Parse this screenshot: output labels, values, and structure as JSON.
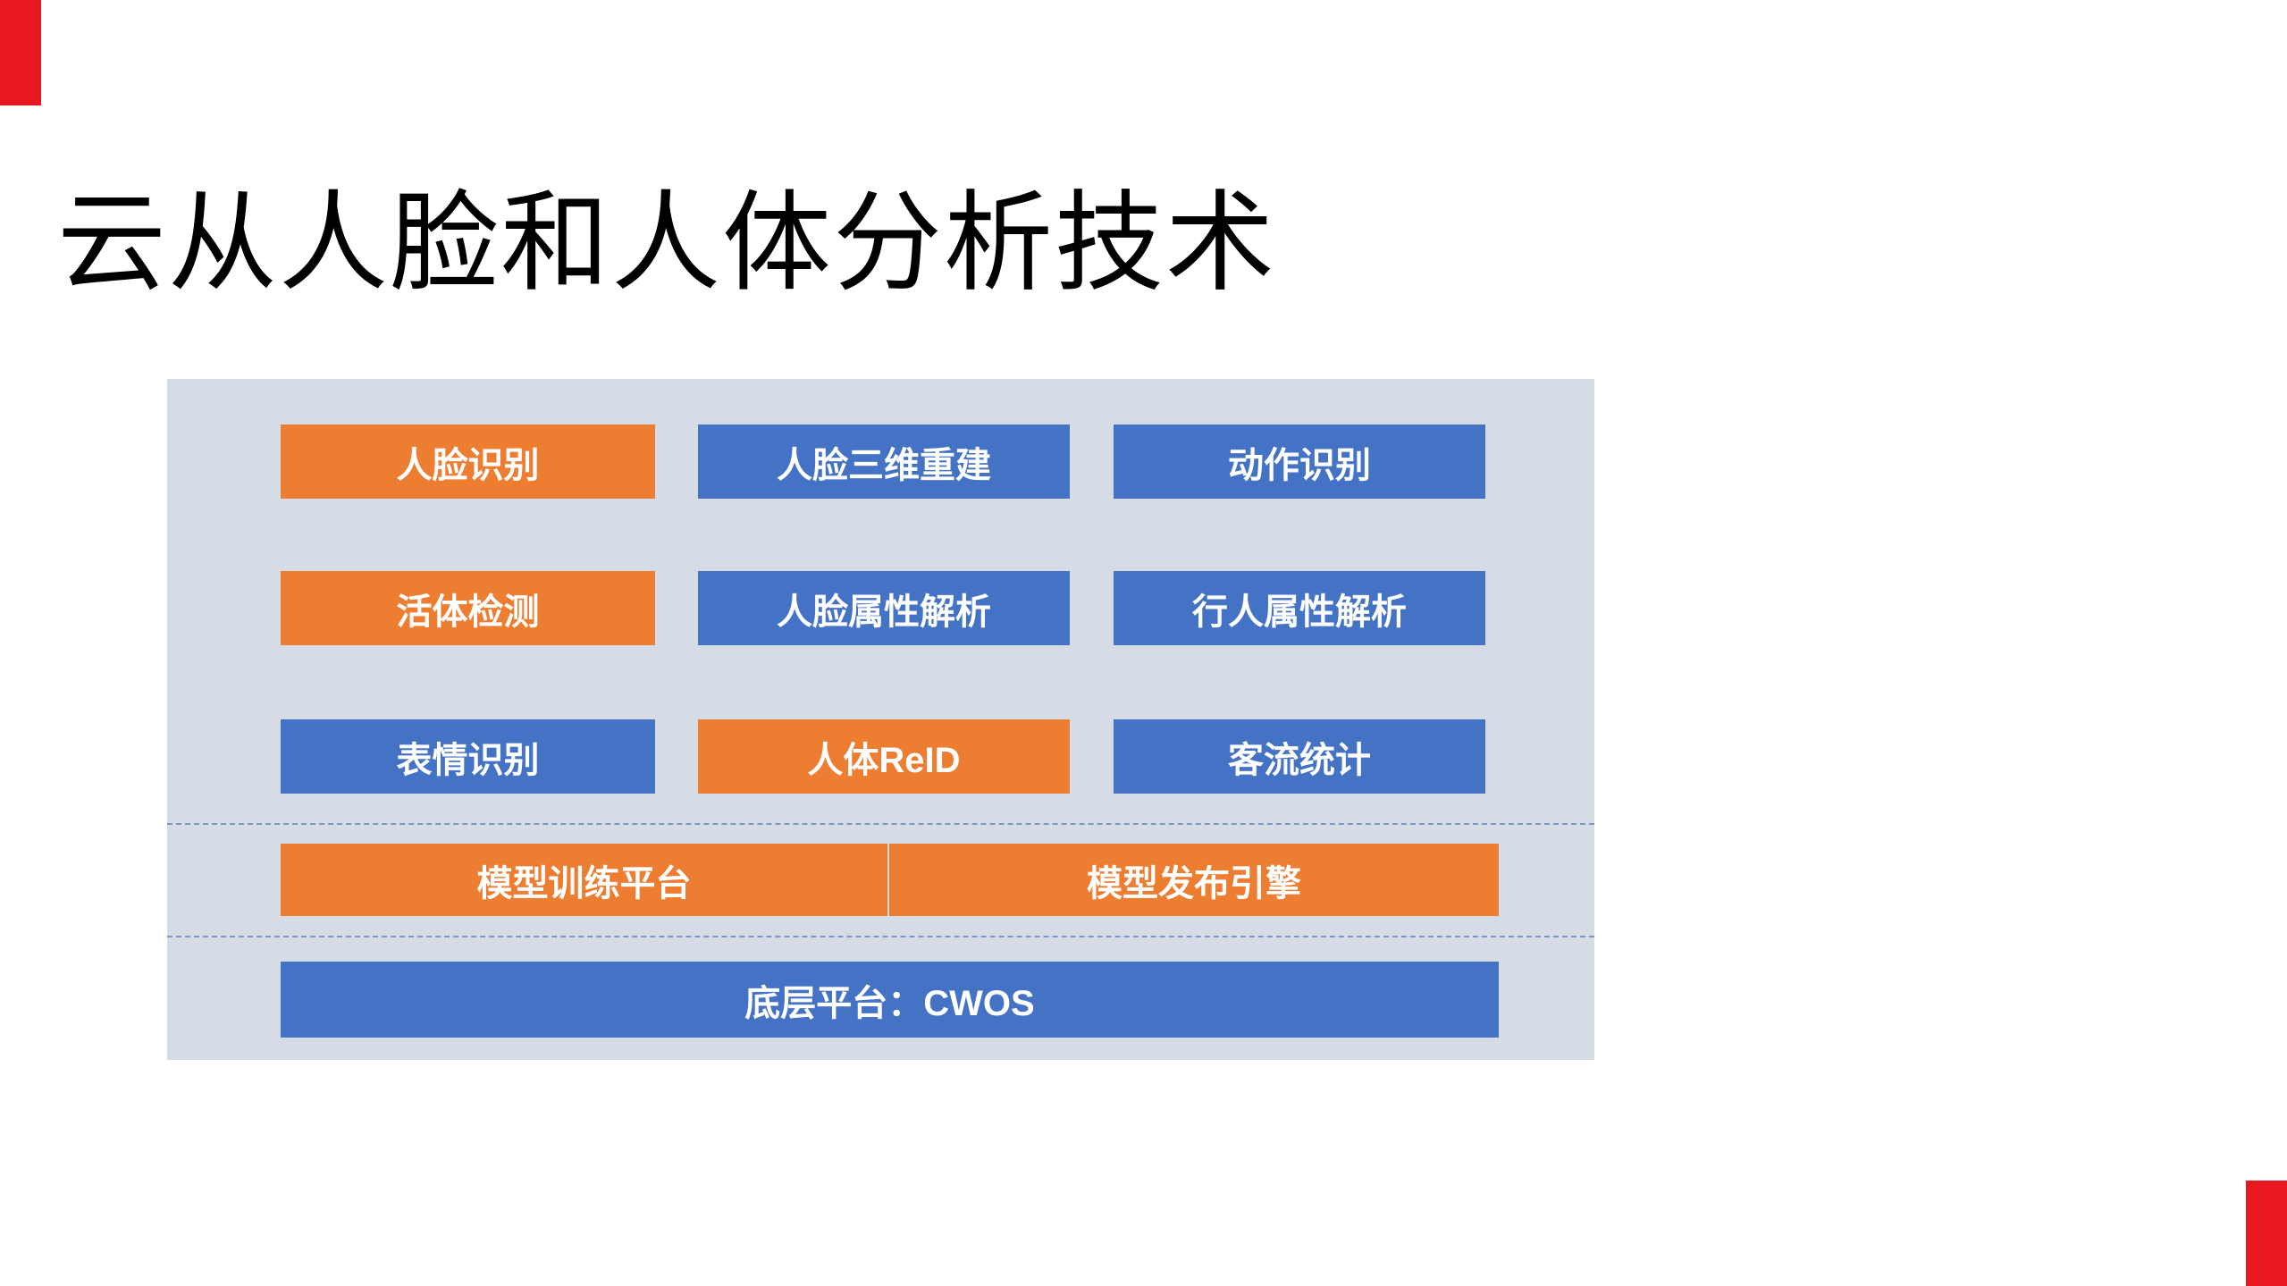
{
  "slide": {
    "title": "云从人脸和人体分析技术",
    "colors": {
      "corner_accent_red": "#e8191e",
      "box_orange": "#ed7d31",
      "box_blue": "#4472c4",
      "panel_background": "#d6dce5",
      "divider_dashed_blue": "#7e96c4",
      "box_text": "#ffffff",
      "title_text": "#000000"
    },
    "grid_rows": [
      [
        {
          "label": "人脸识别",
          "color": "orange"
        },
        {
          "label": "人脸三维重建",
          "color": "blue"
        },
        {
          "label": "动作识别",
          "color": "blue"
        }
      ],
      [
        {
          "label": "活体检测",
          "color": "orange"
        },
        {
          "label": "人脸属性解析",
          "color": "blue"
        },
        {
          "label": "行人属性解析",
          "color": "blue"
        }
      ],
      [
        {
          "label": "表情识别",
          "color": "blue"
        },
        {
          "label": "人体ReID",
          "color": "orange"
        },
        {
          "label": "客流统计",
          "color": "blue"
        }
      ]
    ],
    "platform_row": [
      {
        "label": "模型训练平台",
        "color": "orange"
      },
      {
        "label": "模型发布引擎",
        "color": "orange"
      }
    ],
    "base_row": {
      "label": "底层平台：CWOS",
      "color": "blue"
    }
  }
}
